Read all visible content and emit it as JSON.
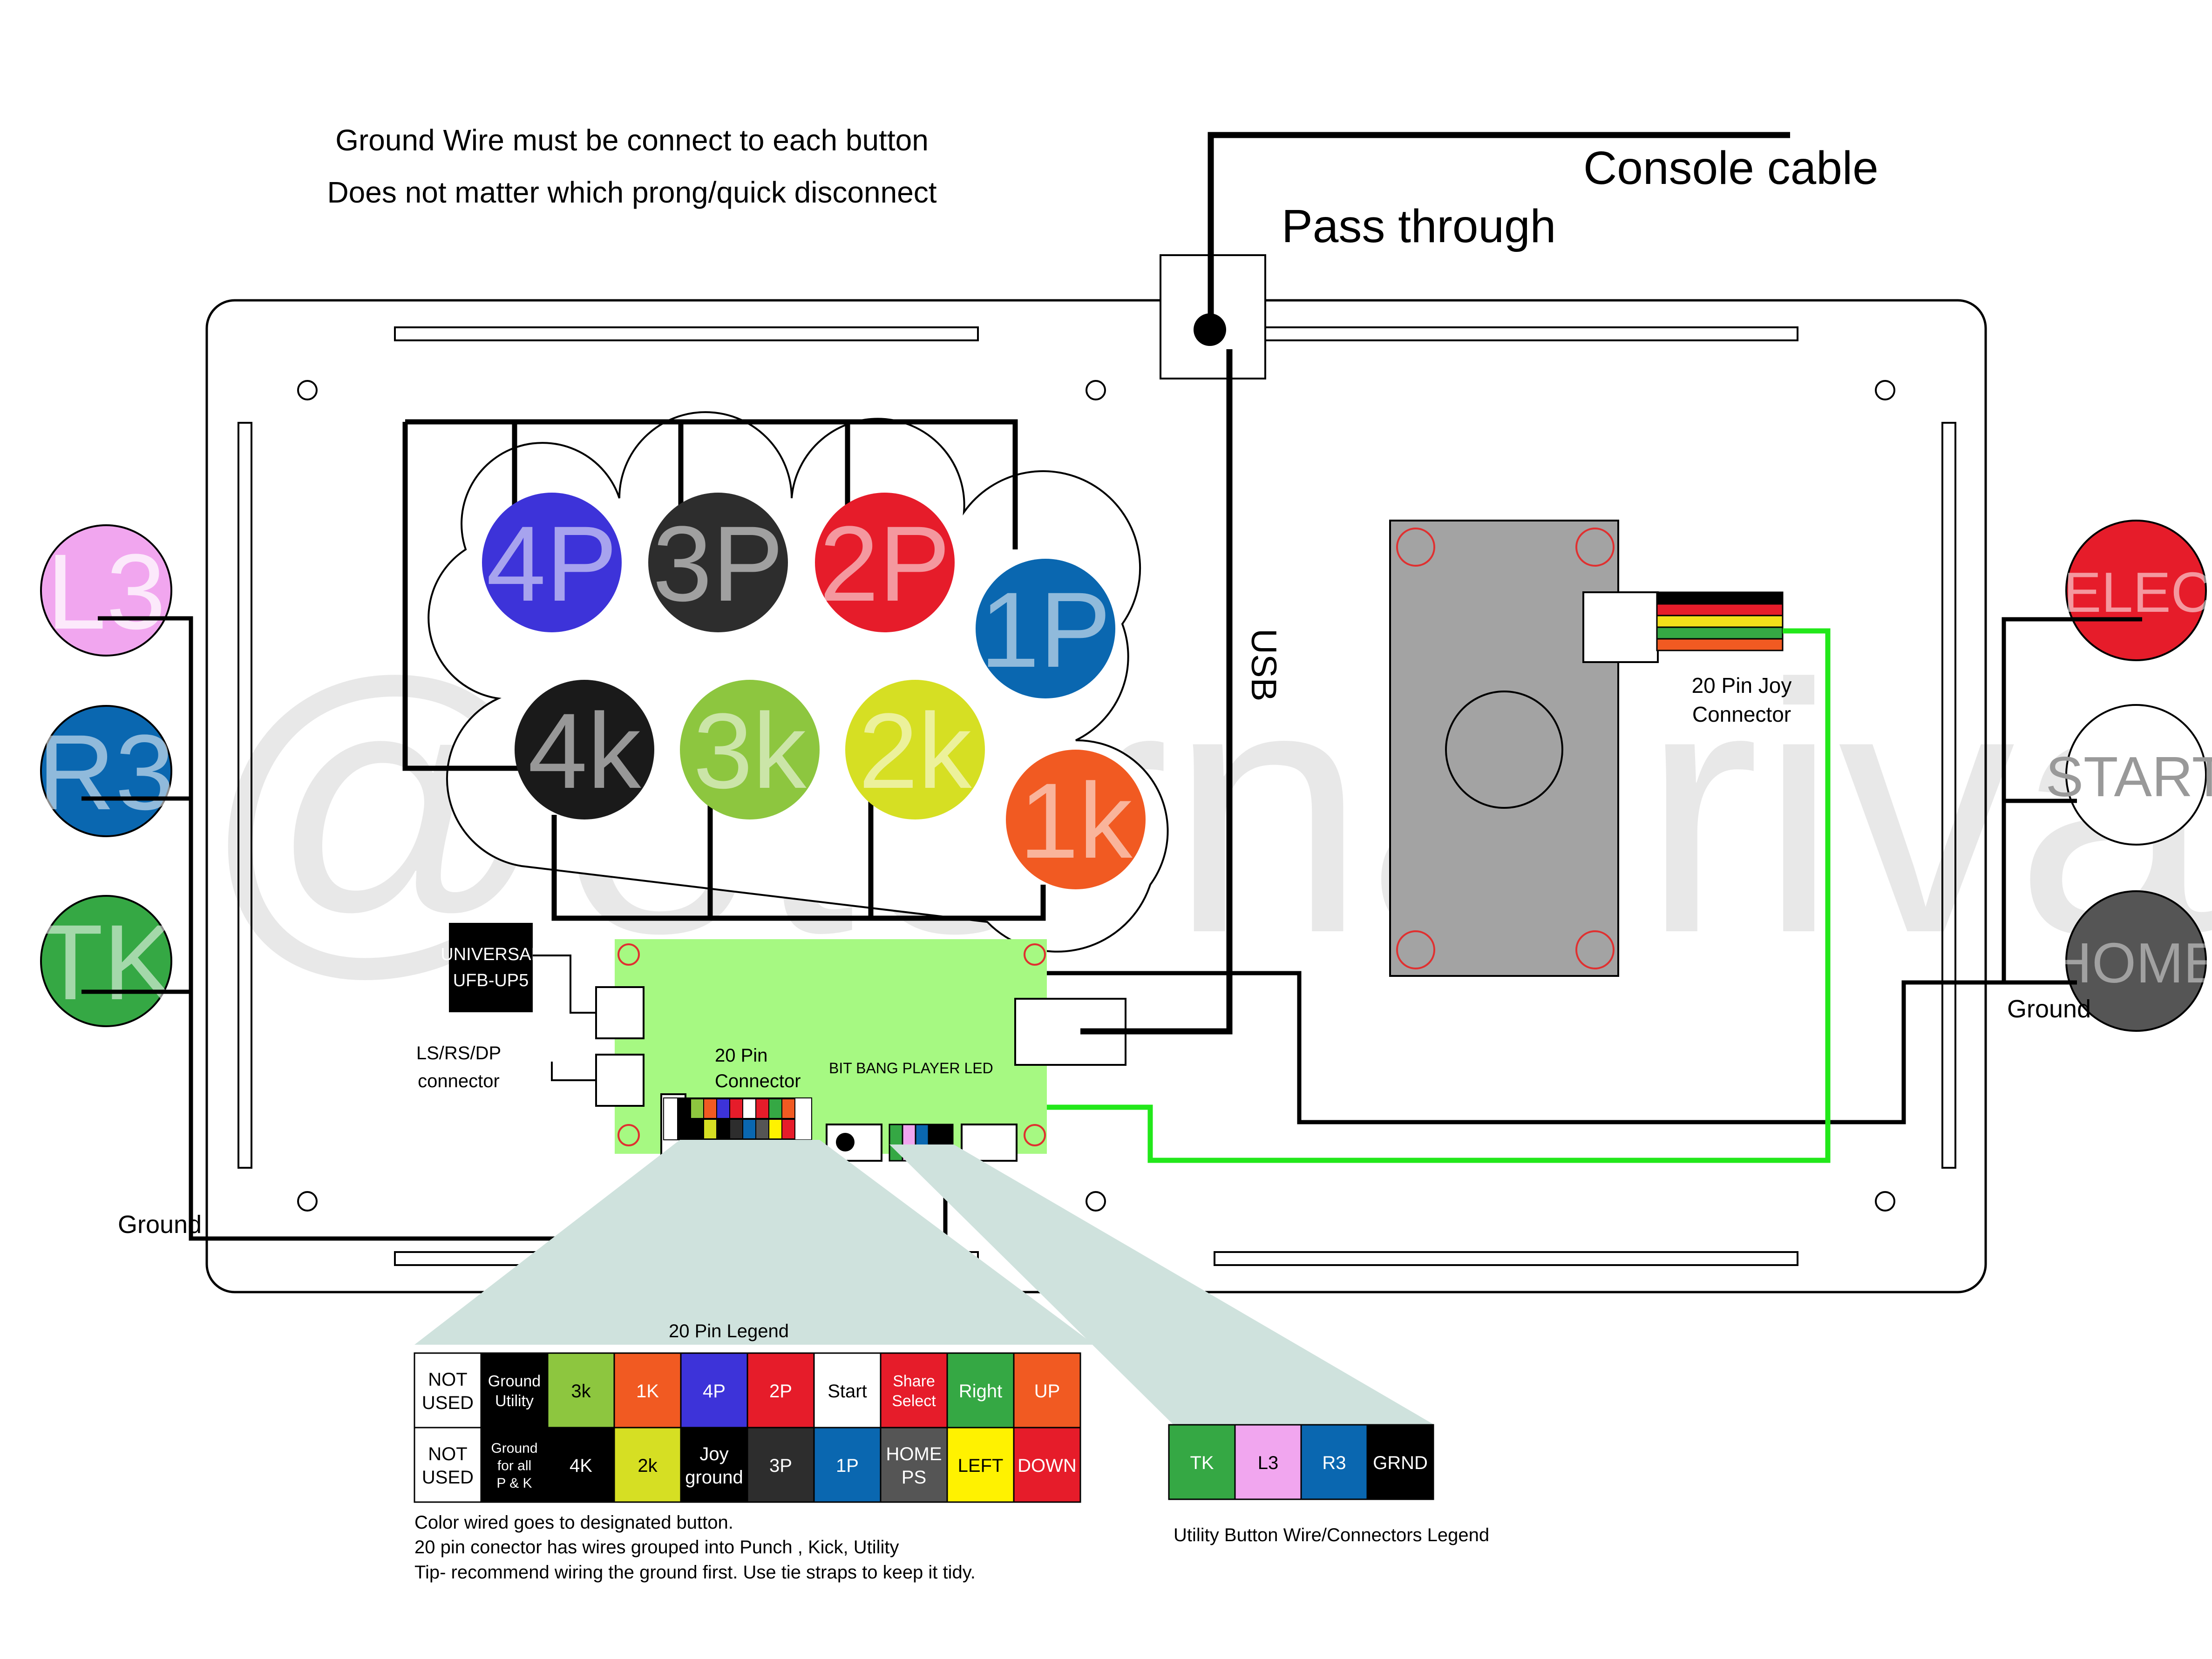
{
  "notes": {
    "ground_line1": "Ground Wire must be connect to each button",
    "ground_line2": "Does not matter which prong/quick disconnect",
    "console_cable": "Console cable",
    "pass_through": "Pass through",
    "usb": "USB",
    "joy_connector_line1": "20 Pin Joy",
    "joy_connector_line2": "Connector",
    "pcb_connector_line1": "20 Pin",
    "pcb_connector_line2": "Connector",
    "bit_bang": "BIT BANG PLAYER LED",
    "universal_line1": "UNIVERSAL",
    "universal_line2": "UFB-UP5",
    "ls_line1": "LS/RS/DP",
    "ls_line2": "connector",
    "ground_left": "Ground",
    "ground_right": "Ground",
    "watermark": "@eternalrival"
  },
  "buttons": {
    "p4": "4P",
    "p3": "3P",
    "p2": "2P",
    "p1": "1P",
    "k4": "4k",
    "k3": "3k",
    "k2": "2k",
    "k1": "1k",
    "l3": "L3",
    "r3": "R3",
    "tk": "TK",
    "select": "SELECT",
    "start": "START",
    "home": "HOME"
  },
  "colors": {
    "p4": "#3d33d9",
    "p3": "#2d2d2d",
    "p2": "#e61c2a",
    "p1": "#0a67b0",
    "k4": "#1a1a1a",
    "k3": "#8dc63f",
    "k2": "#d6df23",
    "k1": "#f15a22",
    "l3": "#f1a6ef",
    "r3": "#0a67b0",
    "tk": "#35a844",
    "select": "#e61c2a",
    "start": "#ffffff",
    "home": "#555555",
    "pcb": "#a6f982",
    "green_wire": "#22e81a"
  },
  "legend": {
    "title": "20 Pin Legend",
    "row1": [
      "NOT USED",
      "Ground Utility",
      "3k",
      "1K",
      "4P",
      "2P",
      "Start",
      "Share Select",
      "Right",
      "UP"
    ],
    "row2": [
      "NOT USED",
      "Ground for all P & K",
      "4K",
      "2k",
      "Joy ground",
      "3P",
      "1P",
      "HOME PS",
      "LEFT",
      "DOWN"
    ],
    "row1_colors": [
      "#ffffff",
      "#000000",
      "#8dc63f",
      "#f15a22",
      "#3d33d9",
      "#e61c2a",
      "#ffffff",
      "#e61c2a",
      "#35a844",
      "#f15a22"
    ],
    "row2_colors": [
      "#ffffff",
      "#000000",
      "#000000",
      "#d6df23",
      "#000000",
      "#2d2d2d",
      "#0a67b0",
      "#555555",
      "#fff200",
      "#e61c2a"
    ],
    "note1": "Color wired goes to designated button.",
    "note2": "20 pin conector has wires grouped into Punch , Kick, Utility",
    "note3": "Tip- recommend wiring the ground first.  Use tie straps to keep it tidy."
  },
  "utility_legend": {
    "title": "Utility Button Wire/Connectors Legend",
    "cells": [
      "TK",
      "L3",
      "R3",
      "GRND"
    ],
    "cell_colors": [
      "#35a844",
      "#f1a6ef",
      "#0a67b0",
      "#000000"
    ]
  }
}
